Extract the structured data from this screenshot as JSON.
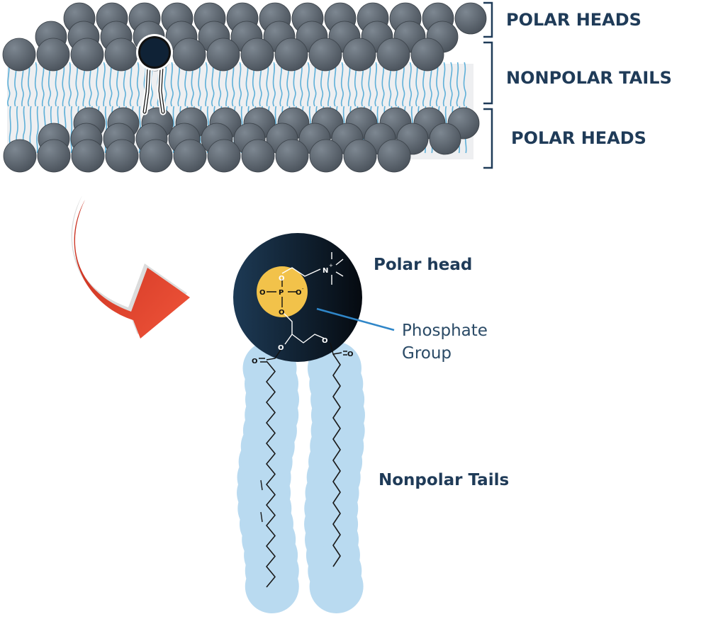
{
  "bilayer_labels": {
    "top_heads": "POLAR HEADS",
    "middle_tails": "NONPOLAR TAILS",
    "bottom_heads": "POLAR HEADS"
  },
  "molecule_labels": {
    "polar_head": "Polar head",
    "phosphate_line1": "Phosphate",
    "phosphate_line2": "Group",
    "nonpolar_tails": "Nonpolar Tails"
  },
  "atoms": {
    "oxygen": "O",
    "phosphorus": "P",
    "nitrogen": "N",
    "plus": "+",
    "minus": "-"
  },
  "colors": {
    "head_gray": "#5d6670",
    "tail_blue": "#5fb0d8",
    "molecule_head": "#0f2236",
    "phosphate_yellow": "#f2c24a",
    "tail_halo": "#b9daf0",
    "arrow_red": "#e5432b",
    "label_navy": "#1f3b58",
    "pointer_blue": "#2f86c8"
  }
}
